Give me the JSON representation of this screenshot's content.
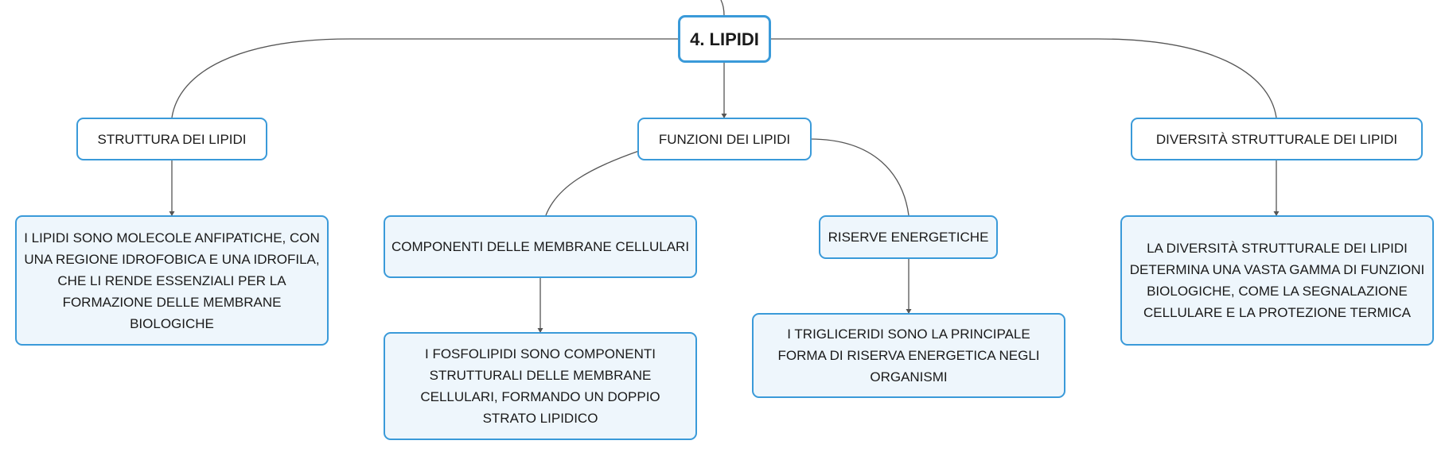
{
  "diagram": {
    "root": {
      "label": "4. LIPIDI"
    },
    "branches": [
      {
        "label": "STRUTTURA DEI LIPIDI",
        "children": [
          {
            "label": "I LIPIDI SONO MOLECOLE ANFIPATICHE, CON UNA REGIONE IDROFOBICA E UNA IDROFILA, CHE LI RENDE ESSENZIALI PER LA FORMAZIONE DELLE MEMBRANE BIOLOGICHE"
          }
        ]
      },
      {
        "label": "FUNZIONI DEI LIPIDI",
        "children": [
          {
            "label": "COMPONENTI DELLE MEMBRANE CELLULARI",
            "children": [
              {
                "label": "I FOSFOLIPIDI SONO COMPONENTI STRUTTURALI DELLE MEMBRANE CELLULARI, FORMANDO UN DOPPIO STRATO LIPIDICO"
              }
            ]
          },
          {
            "label": "RISERVE ENERGETICHE",
            "children": [
              {
                "label": "I TRIGLICERIDI SONO LA PRINCIPALE FORMA DI RISERVA ENERGETICA NEGLI ORGANISMI"
              }
            ]
          }
        ]
      },
      {
        "label": "DIVERSITÀ STRUTTURALE DEI LIPIDI",
        "children": [
          {
            "label": "LA DIVERSITÀ STRUTTURALE DEI LIPIDI DETERMINA UNA VASTA GAMMA DI FUNZIONI BIOLOGICHE, COME LA SEGNALAZIONE CELLULARE E LA PROTEZIONE TERMICA"
          }
        ]
      }
    ]
  }
}
